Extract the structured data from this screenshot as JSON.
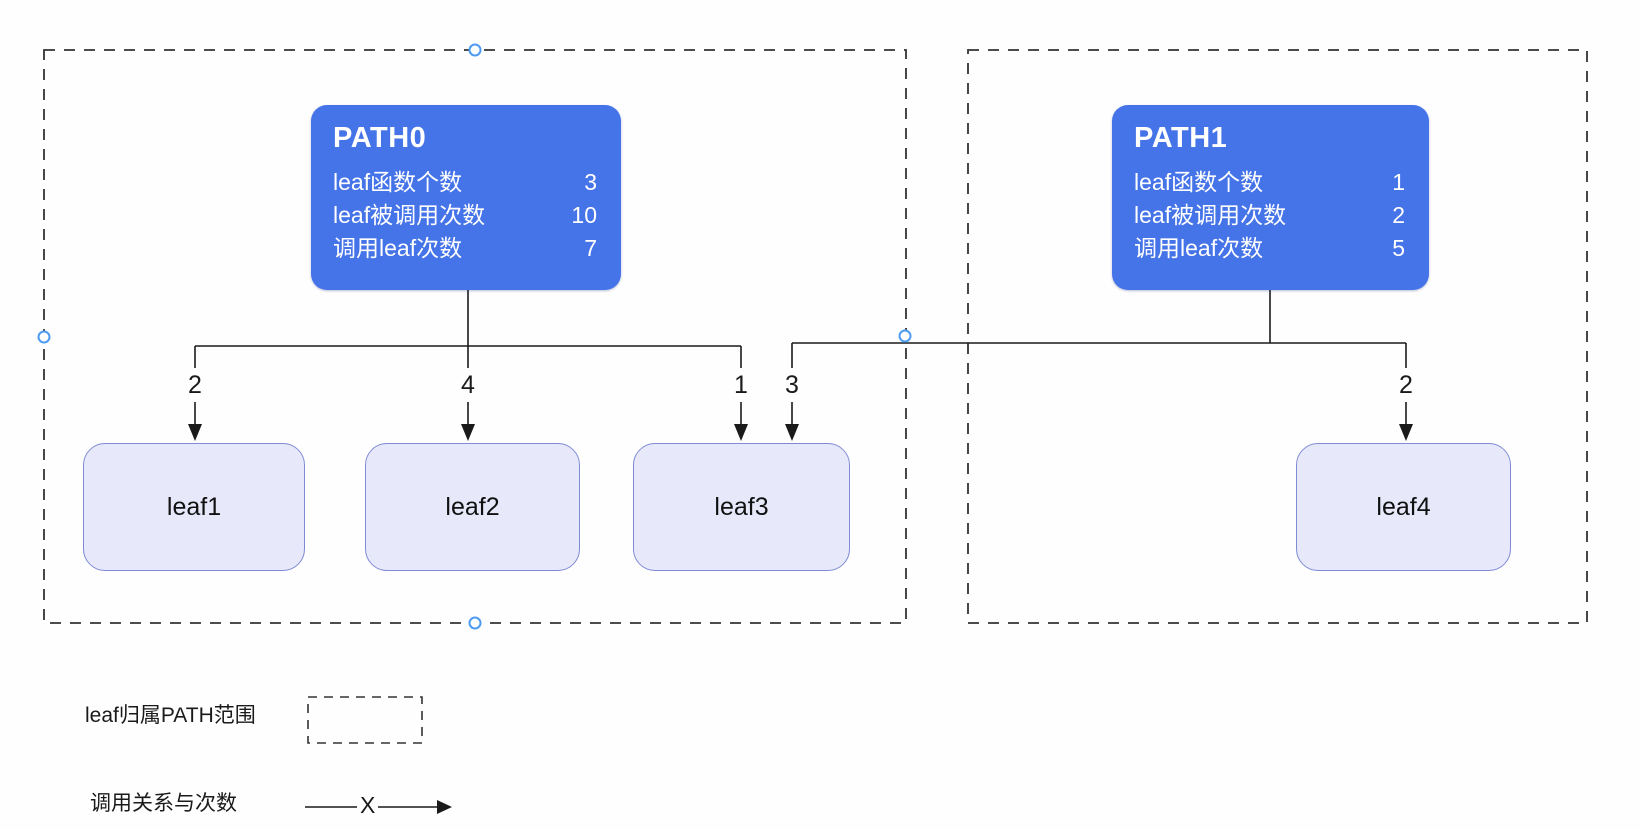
{
  "paths": [
    {
      "title": "PATH0",
      "stats": [
        {
          "label": "leaf函数个数",
          "value": "3"
        },
        {
          "label": "leaf被调用次数",
          "value": "10"
        },
        {
          "label": "调用leaf次数",
          "value": "7"
        }
      ]
    },
    {
      "title": "PATH1",
      "stats": [
        {
          "label": "leaf函数个数",
          "value": "1"
        },
        {
          "label": "leaf被调用次数",
          "value": "2"
        },
        {
          "label": "调用leaf次数",
          "value": "5"
        }
      ]
    }
  ],
  "leaves": [
    {
      "label": "leaf1"
    },
    {
      "label": "leaf2"
    },
    {
      "label": "leaf3"
    },
    {
      "label": "leaf4"
    }
  ],
  "edges": [
    {
      "from": "PATH0",
      "to": "leaf1",
      "count": "2"
    },
    {
      "from": "PATH0",
      "to": "leaf2",
      "count": "4"
    },
    {
      "from": "PATH0",
      "to": "leaf3",
      "count": "1"
    },
    {
      "from": "PATH1",
      "to": "leaf3",
      "count": "3"
    },
    {
      "from": "PATH1",
      "to": "leaf4",
      "count": "2"
    }
  ],
  "legend": {
    "range_label": "leaf归属PATH范围",
    "call_label": "调用关系与次数",
    "call_arrow_symbol": "X"
  },
  "colors": {
    "path_box_fill": "#4573E8",
    "path_box_text": "#FFFFFF",
    "leaf_fill": "#E7E9FB",
    "leaf_border": "#7F8BD3",
    "dashed_border": "#333333",
    "edge_line": "#1A1A1A",
    "handle_ring": "#4D9BF0"
  }
}
